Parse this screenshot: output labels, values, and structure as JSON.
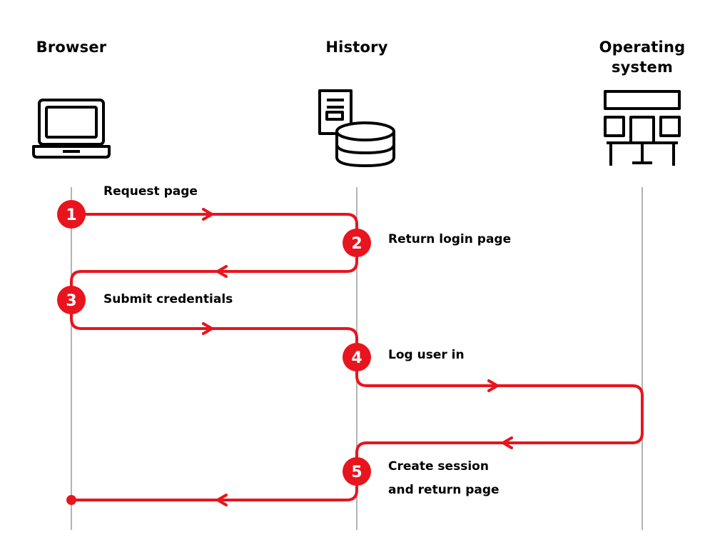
{
  "lanes": {
    "browser": "Browser",
    "history": "History",
    "os_line1": "Operating",
    "os_line2": "system"
  },
  "steps": [
    {
      "number": "1",
      "label": "Request page"
    },
    {
      "number": "2",
      "label": "Return login page"
    },
    {
      "number": "3",
      "label": "Submit credentials"
    },
    {
      "number": "4",
      "label": "Log user in"
    },
    {
      "number": "5",
      "label_line1": "Create session",
      "label_line2": "and return page"
    }
  ],
  "colors": {
    "accent": "#e8141e",
    "lifeline": "#b3b3b3",
    "icon": "#000000"
  },
  "icons": [
    "laptop-icon",
    "document-database-icon",
    "dashboard-icon"
  ]
}
